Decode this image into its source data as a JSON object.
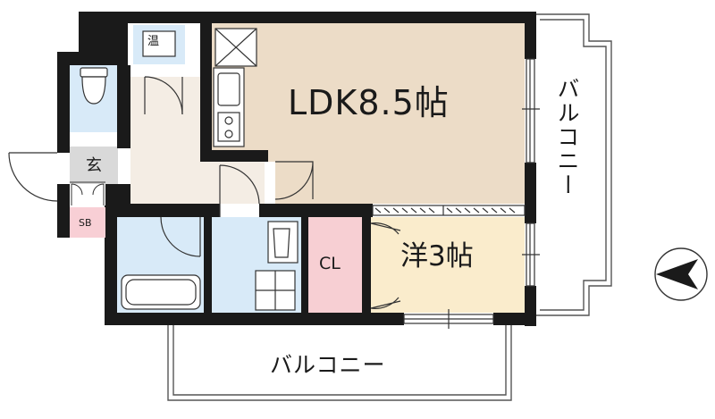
{
  "rooms": {
    "ldk": {
      "label": "LDK8.5帖"
    },
    "western": {
      "label": "洋3帖"
    },
    "closet": {
      "label": "CL"
    },
    "entrance": {
      "label": "玄"
    },
    "shoe_box": {
      "label": "SB"
    },
    "water_heater": {
      "label": "温"
    }
  },
  "balconies": {
    "east": {
      "label": "バルコニー"
    },
    "south": {
      "label": "バルコニー"
    }
  },
  "colors": {
    "wall": "#1a1a1a",
    "ldk_floor": "#ecdcc7",
    "western_floor": "#faeccc",
    "wet_area": "#d8eaf8",
    "hall_floor": "#f4ede4",
    "closet": "#f7cfd3",
    "entrance": "#d9d9d9",
    "shoe_box": "#f8cfd5"
  },
  "icons": {
    "compass": "north-arrow-icon",
    "toilet": "toilet-icon",
    "bathtub": "bathtub-icon",
    "sink": "sink-icon",
    "washer": "washer-pan-icon",
    "stove": "stove-icon",
    "kitchen_sink": "kitchen-sink-icon",
    "vent": "ventilation-fan-icon"
  }
}
